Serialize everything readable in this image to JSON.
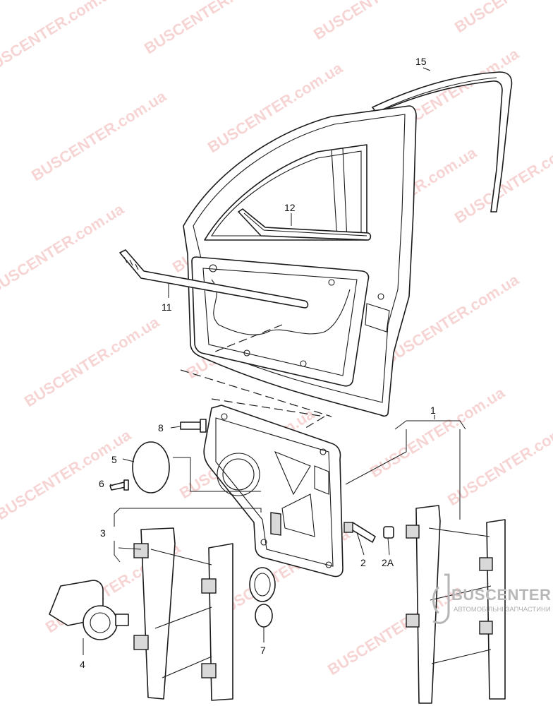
{
  "watermark": {
    "text": "BUSCENTER.com.ua",
    "color": "#d63c3c"
  },
  "labels": {
    "part_1": "1",
    "part_2": "2",
    "part_2a": "2A",
    "part_3": "3",
    "part_4": "4",
    "part_5": "5",
    "part_6": "6",
    "part_7": "7",
    "part_8": "8",
    "part_11": "11",
    "part_12": "12",
    "part_15": "15"
  },
  "logo": {
    "title": "BUSCENTER",
    "subtitle": "АВТОМОБІЛЬНІ ЗАПЧАСТИНИ"
  }
}
